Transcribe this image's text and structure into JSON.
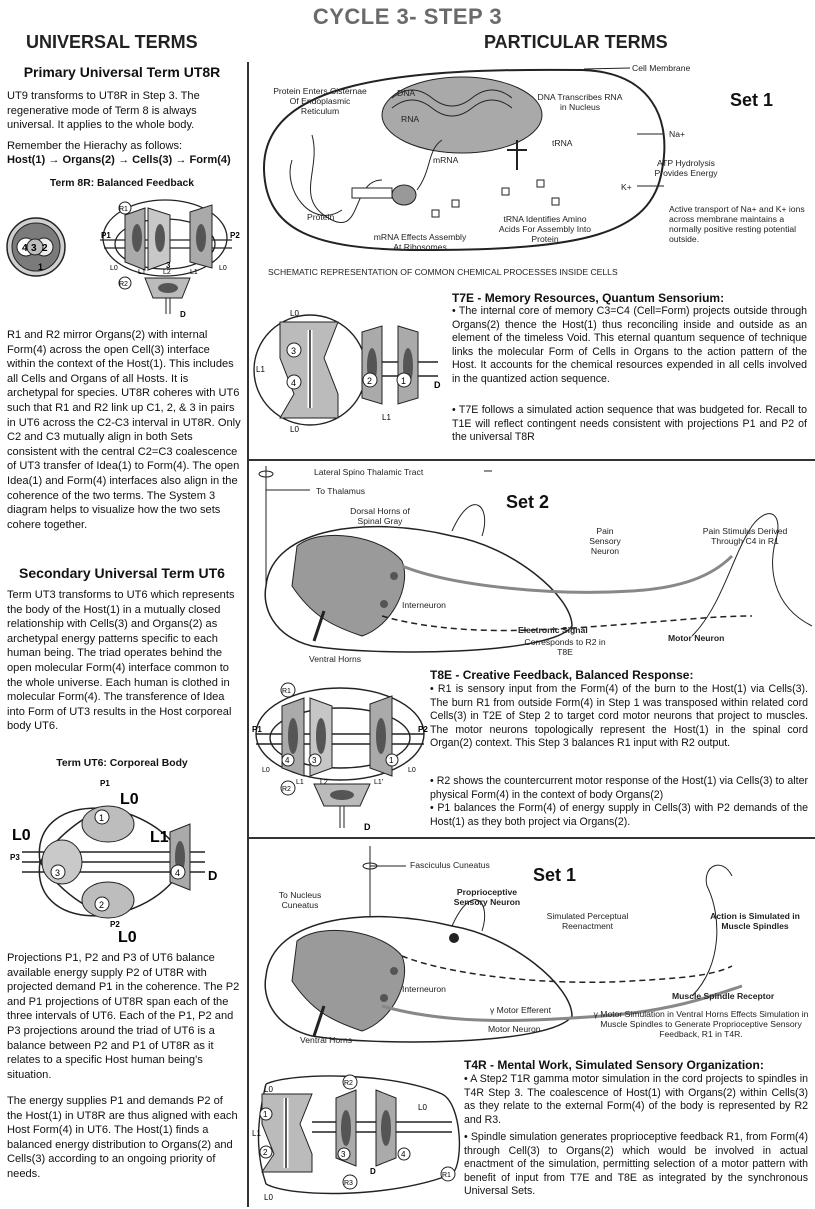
{
  "title": "CYCLE 3- STEP 3",
  "left": {
    "header": "UNIVERSAL TERMS",
    "primary_title": "Primary Universal Term UT8R",
    "primary_p1": "UT9 transforms to UT8R in Step 3. The regenerative mode of Term 8 is always universal. It applies to the whole body.",
    "hierarchy_intro": "Remember the Hierachy as follows:",
    "hierarchy": "Host(1) → Organs(2) → Cells(3) → Form(4)",
    "term8_label": "Term 8R: Balanced Feedback",
    "primary_p2": "R1 and R2 mirror Organs(2) with internal Form(4) across the open Cell(3) interface within the context of the Host(1). This includes all Cells and Organs of all Hosts. It is archetypal for species. UT8R coheres with UT6 such that R1 and R2 link up C1, 2, & 3 in pairs in UT6 across the C2-C3 interval in UT8R. Only C2 and C3 mutually align in both Sets consistent with the central C2=C3 coalescence of UT3 transfer of Idea(1) to Form(4). The open Idea(1) and Form(4) interfaces also align in the coherence of the two terms. The System 3 diagram helps to visualize how the two sets cohere together.",
    "secondary_title": "Secondary Universal Term UT6",
    "secondary_p1": "Term UT3 transforms to UT6 which represents the body of the Host(1) in a mutually closed relationship with Cells(3) and Organs(2) as archetypal energy patterns specific to each human being. The triad operates behind the open molecular Form(4) interface common to the whole universe. Each human is clothed in molecular Form(4). The transference of Idea into Form of UT3 results in the Host corporeal body UT6.",
    "ut6_label": "Term UT6: Corporeal Body",
    "secondary_p2": "Projections P1, P2 and P3 of UT6 balance available energy supply P2 of UT8R with projected demand P1 in the coherence. The P2 and P1 projections of UT8R span each of the three intervals of UT6. Each of the P1, P2 and P3 projections around the triad of UT6 is a balance between P2 and P1 of UT8R as it relates to a specific Host human being's situation.",
    "secondary_p3": "The energy supplies P1 and demands P2 of the Host(1) in UT8R are thus aligned with each Host Form(4) in UT6. The Host(1) finds a balanced energy distribution to Organs(2) and Cells(3) according to an ongoing priority of needs."
  },
  "right": {
    "header": "PARTICULAR TERMS",
    "set1a": {
      "label": "Set 1",
      "cell_membrane": "Cell Membrane",
      "protein_enters": "Protein Enters Cisternae Of Endoplasmic Reticulum",
      "dna": "DNA",
      "rna": "RNA",
      "dna_transcribes": "DNA Transcribes RNA in Nucleus",
      "mrna": "mRNA",
      "trna": "tRNA",
      "protein": "Protein",
      "mrna_effects": "mRNA Effects Assembly At Ribosomes",
      "trna_identifies": "tRNA Identifies Amino Acids For Assembly Into Protein",
      "na": "Na+",
      "k": "K+",
      "atp": "ATP Hydrolysis Provides Energy",
      "active_transport": "Active transport of Na+ and K+ ions across membrane maintains a normally positive resting potential outside.",
      "caption": "SCHEMATIC REPRESENTATION OF COMMON CHEMICAL PROCESSES INSIDE CELLS"
    },
    "t7e": {
      "code": "T7E",
      "title": "Memory Resources, Quantum Sensorium:",
      "p1": "• The internal core of memory C3=C4 (Cell=Form) projects outside through Organs(2) thence the Host(1) thus reconciling inside and outside as an element of the timeless Void. This eternal quantum sequence of technique links the molecular Form of Cells in Organs to the action pattern of the Host. It accounts for the chemical resources expended in all cells involved in the quantized action sequence.",
      "p2": "• T7E follows a simulated action sequence that was budgeted for. Recall to T1E will reflect contingent needs consistent with projections P1 and P2 of the universal T8R"
    },
    "set2": {
      "label": "Set 2",
      "lateral": "Lateral Spino Thalamic Tract",
      "thalamus": "To Thalamus",
      "dorsal": "Dorsal Horns of Spinal Gray",
      "pain_neuron": "Pain Sensory Neuron",
      "pain_stimulus": "Pain Stimulus Derived Through C4 in R1",
      "interneuron": "Interneuron",
      "electronic": "Electronic Signal",
      "corresponds": "Corresponds to R2 in T8E",
      "motor_neuron": "Motor Neuron",
      "ventral": "Ventral Horns"
    },
    "t8e": {
      "code": "T8E",
      "title": "Creative Feedback, Balanced Response:",
      "p1": "• R1 is sensory input from the Form(4) of the burn to the Host(1) via Cells(3). The burn R1 from outside Form(4) in Step 1 was transposed within related cord Cells(3) in T2E of Step 2 to target cord motor neurons that project to muscles. The motor neurons topologically represent the Host(1) in the spinal cord Organ(2) context. This Step 3 balances R1 input with R2 output.",
      "p2": "• R2 shows the countercurrent motor response of the Host(1) via Cells(3) to alter physical Form(4) in the context of body Organs(2)",
      "p3": "• P1 balances the Form(4) of energy supply in Cells(3) with P2 demands of the Host(1) as they both project via Organs(2)."
    },
    "set1b": {
      "label": "Set 1",
      "fasciculus": "Fasciculus Cuneatus",
      "nucleus": "To Nucleus Cuneatus",
      "proprio": "Proprioceptive Sensory Neuron",
      "simulated_perc": "Simulated Perceptual Reenactment",
      "action_sim": "Action is Simulated in Muscle Spindles",
      "interneuron": "Interneuron",
      "gamma_eff": "γ Motor Efferent",
      "motor_neuron": "Motor Neuron",
      "ventral": "Ventral Horns",
      "spindle_receptor": "Muscle Spindle Receptor",
      "gamma_sim": "γ Motor Simulation in Ventral Horns Effects Simulation in Muscle Spindles to Generate Proprioceptive Sensory Feedback, R1 in T4R."
    },
    "t4r": {
      "code": "T4R",
      "title": "Mental Work, Simulated Sensory Organization:",
      "p1": "• A Step2 T1R gamma motor simulation in the cord projects to spindles in T4R Step 3. The coalescence of Host(1) with Organs(2) within Cells(3) as they relate to the external Form(4) of the body is represented by R2 and R3.",
      "p2": "• Spindle simulation generates proprioceptive feedback R1, from Form(4) through Cell(3) to Organs(2) which would be involved in actual enactment of the simulation, permitting selection of a motor pattern with benefit of input from T7E and T8E as integrated by the synchronous Universal Sets."
    }
  },
  "diagram_labels": {
    "r1": "R1",
    "r2": "R2",
    "r3": "R3",
    "p1": "P1",
    "p2": "P2",
    "p3": "P3",
    "l0": "L0",
    "l1": "L1",
    "l2": "L2",
    "l1p": "L1'",
    "d": "D",
    "n1": "1",
    "n2": "2",
    "n3": "3",
    "n4": "4"
  }
}
